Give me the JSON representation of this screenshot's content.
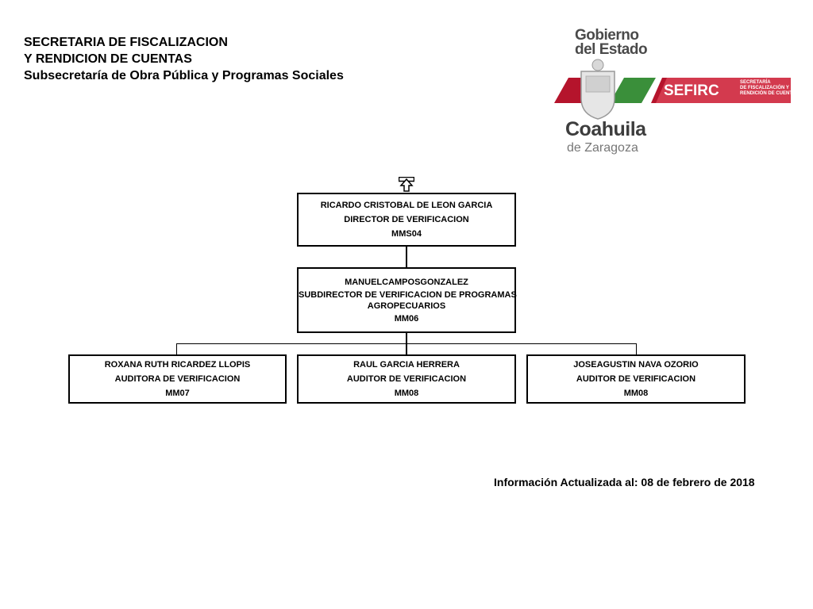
{
  "header": {
    "line1": "SECRETARIA DE FISCALIZACION",
    "line2": "Y RENDICION DE CUENTAS",
    "line3": "Subsecretaría de Obra Pública y Programas Sociales"
  },
  "logo": {
    "gobierno": "Gobierno",
    "del_estado": "del Estado",
    "coahuila": "Coahuila",
    "de_zaragoza": "de Zaragoza",
    "sefirc": "SEFIRC",
    "sefirc_sub": [
      "SECRETARÍA",
      "DE FISCALIZACIÓN Y",
      "RENDICIÓN DE CUENTAS"
    ],
    "colors": {
      "red": "#c8102e",
      "green": "#3a8f3a",
      "gray": "#4a4a4a"
    }
  },
  "org": {
    "director": {
      "name": "RICARDO CRISTOBAL DE LEON GARCIA",
      "title": "DIRECTOR DE VERIFICACION",
      "code": "MMS04"
    },
    "subdirector": {
      "name": "MANUELCAMPOSGONZALEZ",
      "title_line1": "SUBDIRECTOR DE VERIFICACION DE PROGRAMAS",
      "title_line2": "AGROPECUARIOS",
      "code": "MM06"
    },
    "staff": [
      {
        "name": "ROXANA RUTH RICARDEZ LLOPIS",
        "title": "AUDITORA DE VERIFICACION",
        "code": "MM07"
      },
      {
        "name": "RAUL GARCIA HERRERA",
        "title": "AUDITOR DE VERIFICACION",
        "code": "MM08"
      },
      {
        "name": "JOSEAGUSTIN NAVA OZORIO",
        "title": "AUDITOR DE VERIFICACION",
        "code": "MM08"
      }
    ]
  },
  "footer": {
    "text": "Información Actualizada al: 08 de febrero de 2018"
  }
}
